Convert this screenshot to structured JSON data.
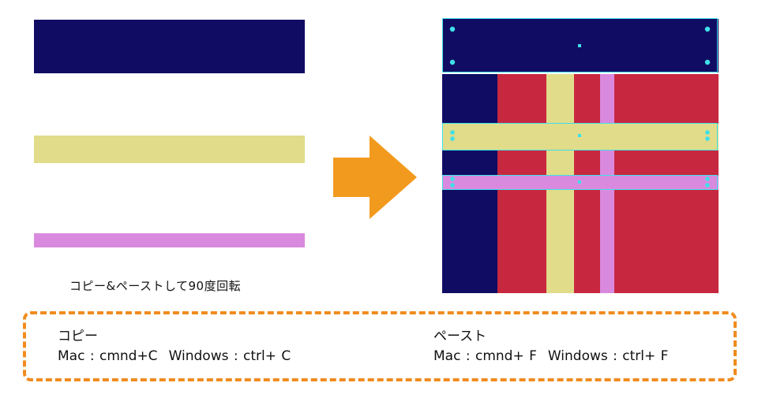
{
  "colors": {
    "navy": "#110c63",
    "yellow": "#e0dc8a",
    "pink": "#d98adf",
    "red": "#c8283f",
    "arrow": "#f29a1d",
    "selection": "#3fe0e8",
    "dash": "#f08c1f"
  },
  "caption": "コピー&ペーストして90度回転",
  "copy": {
    "title": "コピー",
    "mac": "Mac : cmnd+C",
    "windows": "Windows : ctrl+ C"
  },
  "paste": {
    "title": "ペースト",
    "mac": "Mac : cmnd+ F",
    "windows": "Windows : ctrl+ F"
  },
  "icons": {
    "arrow": "right-arrow-icon"
  }
}
